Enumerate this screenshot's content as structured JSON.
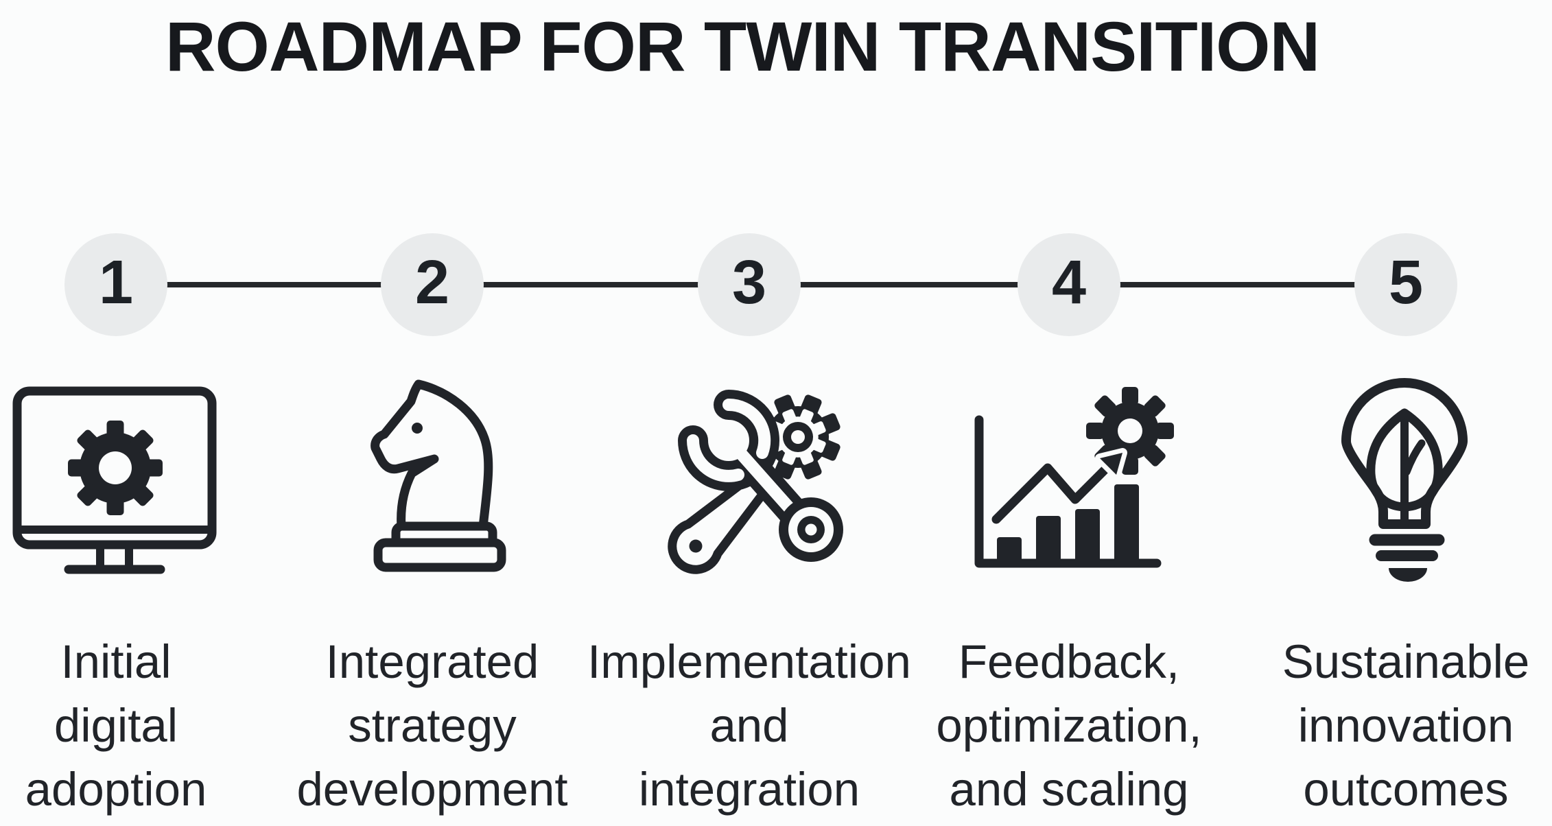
{
  "title": "ROADMAP FOR TWIN TRANSITION",
  "colors": {
    "background": "#fbfcfc",
    "ink": "#212429",
    "title_ink": "#17191d",
    "circle_fill": "#e9ebec",
    "connector": "#26282b",
    "number_ink": "#1d2126"
  },
  "steps": [
    {
      "number": "1",
      "icon": "monitor-gear-icon",
      "label_lines": [
        "Initial",
        "digital",
        "adoption"
      ]
    },
    {
      "number": "2",
      "icon": "chess-knight-icon",
      "label_lines": [
        "Integrated",
        "strategy",
        "development"
      ]
    },
    {
      "number": "3",
      "icon": "wrench-gear-icon",
      "label_lines": [
        "Implementation",
        "and",
        "integration"
      ]
    },
    {
      "number": "4",
      "icon": "growth-chart-gear-icon",
      "label_lines": [
        "Feedback,",
        "optimization,",
        "and scaling"
      ]
    },
    {
      "number": "5",
      "icon": "eco-lightbulb-icon",
      "label_lines": [
        "Sustainable",
        "innovation",
        "outcomes"
      ]
    }
  ]
}
